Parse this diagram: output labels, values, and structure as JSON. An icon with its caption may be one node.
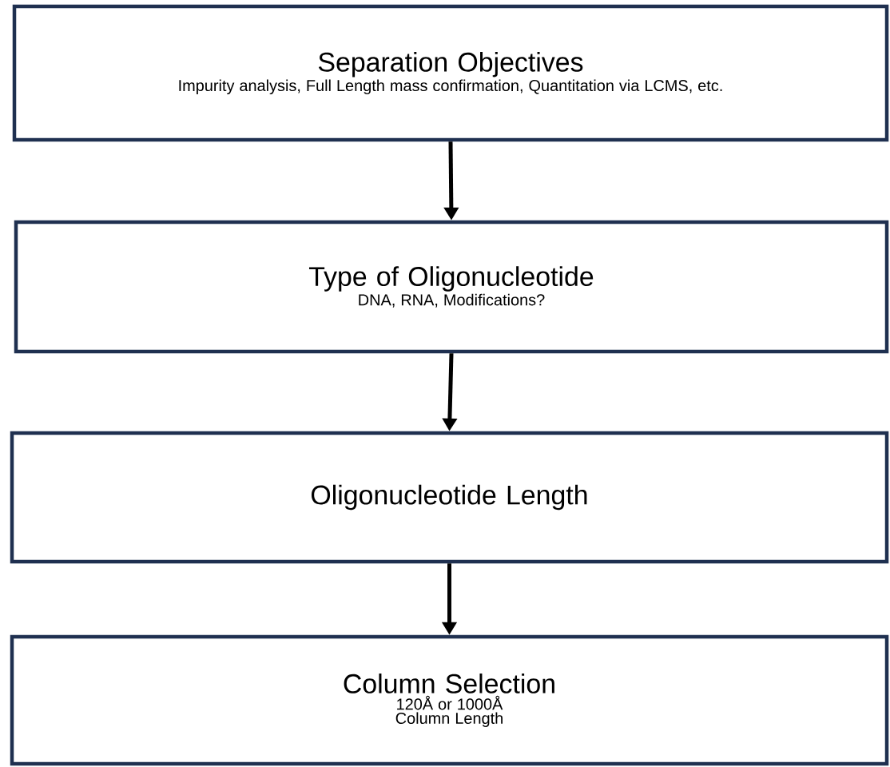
{
  "diagram": {
    "nodes": [
      {
        "text": [
          "Separation Objectives",
          "Impurity analysis, Full Length mass confirmation, Quantitation via LCMS, etc."
        ]
      },
      {
        "text": [
          "Type of Oligonucleotide",
          "DNA, RNA, Modifications?"
        ]
      },
      {
        "text": [
          "Oligonucleotide Length"
        ]
      },
      {
        "text": [
          "Column Selection",
          "120Å or 1000Å",
          "Column Length"
        ]
      }
    ],
    "edges": [
      {
        "from": 0,
        "to": 1,
        "arrow": "to"
      },
      {
        "from": 1,
        "to": 2,
        "arrow": "to"
      },
      {
        "from": 2,
        "to": 3,
        "arrow": "to"
      }
    ]
  }
}
